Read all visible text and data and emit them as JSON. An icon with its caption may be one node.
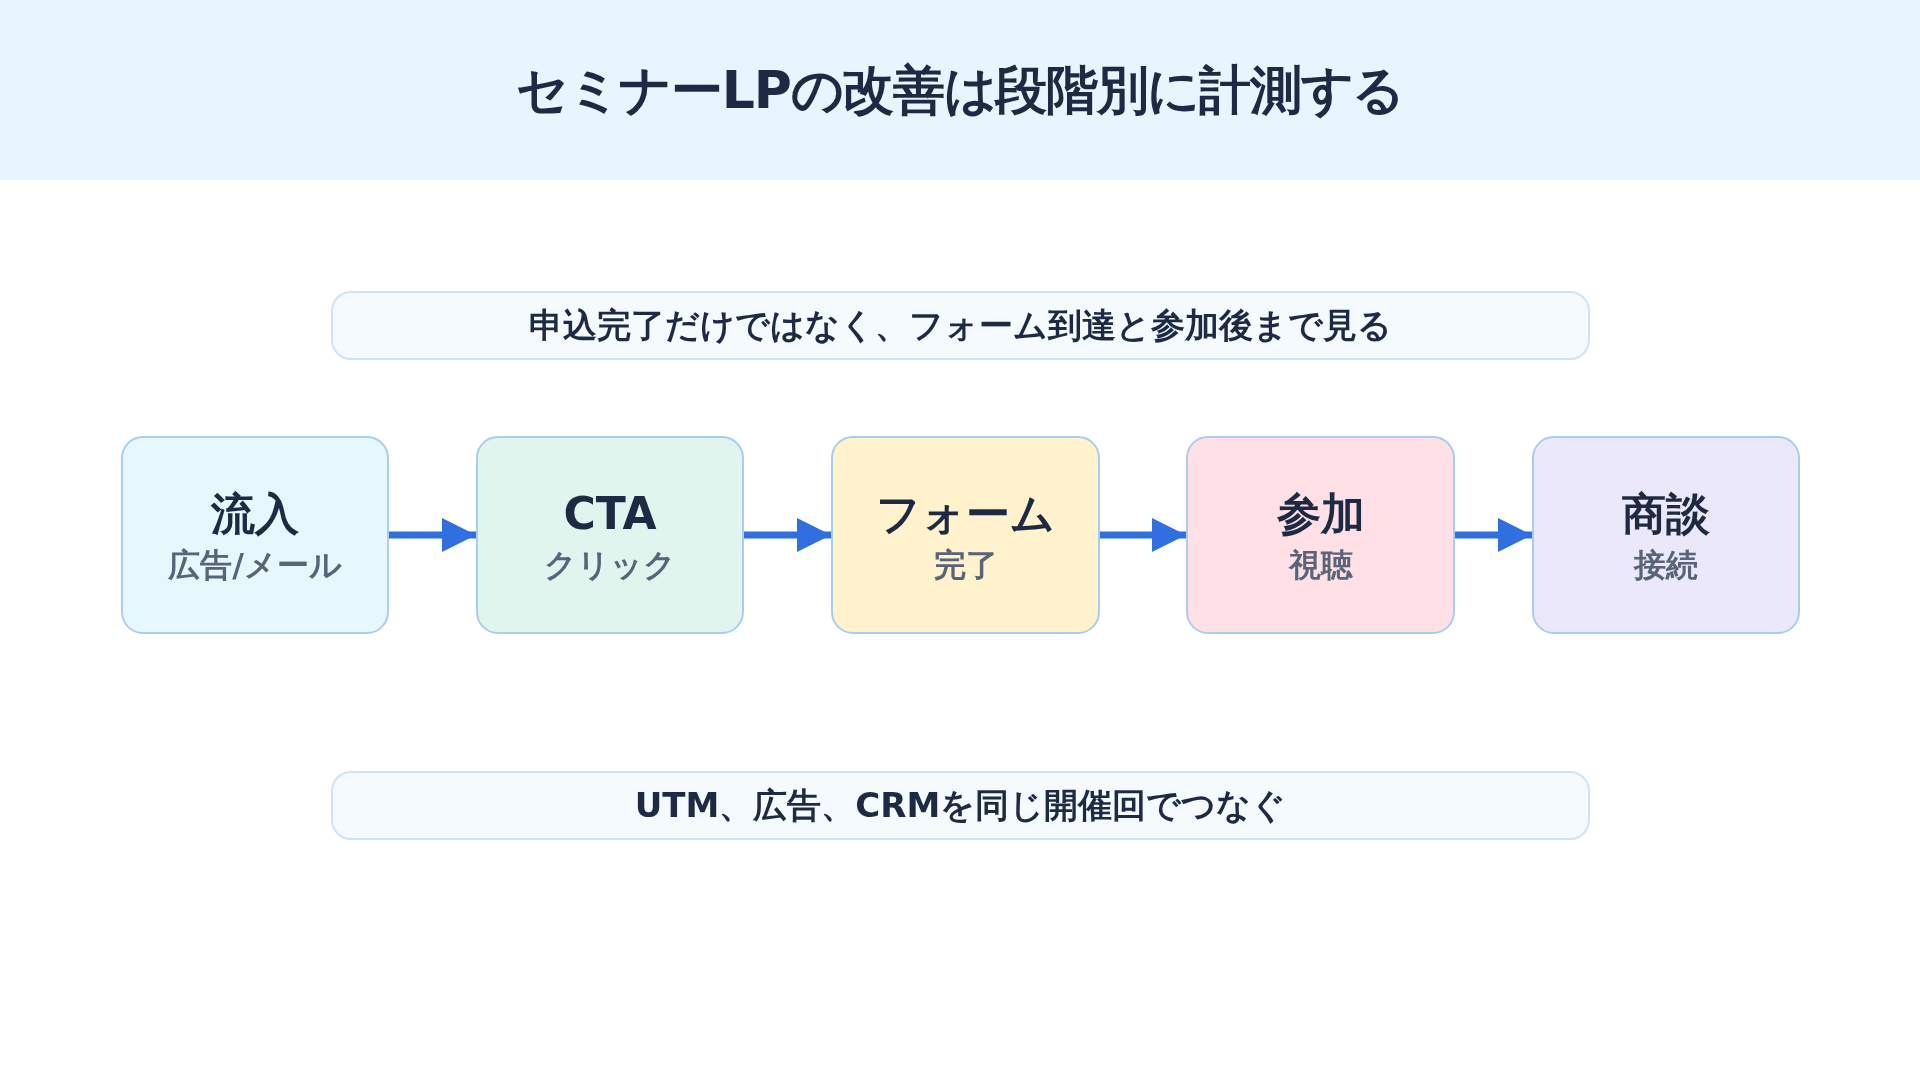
{
  "diagram": {
    "title": "セミナーLPの改善は段階別に計測する",
    "nodes": [
      {
        "text": [
          "申込完了だけではなく、フォーム到達と参加後まで見る"
        ]
      },
      {
        "text": [
          "流入",
          "広告/メール"
        ]
      },
      {
        "text": [
          "CTA",
          "クリック"
        ]
      },
      {
        "text": [
          "フォーム",
          "完了"
        ]
      },
      {
        "text": [
          "参加",
          "視聴"
        ]
      },
      {
        "text": [
          "商談",
          "接続"
        ]
      },
      {
        "text": [
          "UTM、広告、CRMを同じ開催回でつなぐ"
        ]
      }
    ],
    "edges": [
      {
        "from": 1,
        "to": 2,
        "arrow": "to"
      },
      {
        "from": 2,
        "to": 3,
        "arrow": "to"
      },
      {
        "from": 3,
        "to": 4,
        "arrow": "to"
      },
      {
        "from": 4,
        "to": 5,
        "arrow": "to"
      }
    ]
  }
}
